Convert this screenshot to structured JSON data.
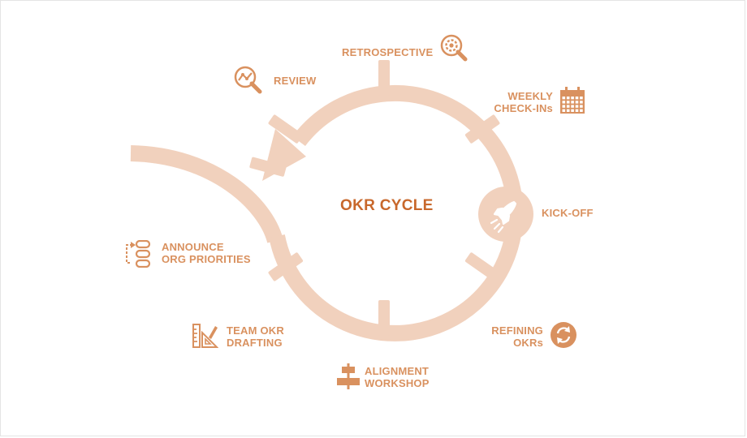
{
  "diagram": {
    "title": "OKR CYCLE",
    "colors": {
      "track": "#f1d1bd",
      "accent": "#d9915f",
      "title": "#c8682c"
    },
    "stages": {
      "retrospective": {
        "line1": "RETROSPECTIVE",
        "icon": "magnifier-gear-icon"
      },
      "weekly": {
        "line1": "WEEKLY",
        "line2": "CHECK-INs",
        "icon": "calendar-icon"
      },
      "kickoff": {
        "line1": "KICK-OFF",
        "icon": "rocket-icon"
      },
      "refining": {
        "line1": "REFINING",
        "line2": "OKRs",
        "icon": "refresh-icon"
      },
      "alignment": {
        "line1": "ALIGNMENT",
        "line2": "WORKSHOP",
        "icon": "alignment-icon"
      },
      "drafting": {
        "line1": "TEAM OKR",
        "line2": "DRAFTING",
        "icon": "ruler-pencil-icon"
      },
      "announce": {
        "line1": "ANNOUNCE",
        "line2": "ORG PRIORITIES",
        "icon": "flow-icon"
      },
      "review": {
        "line1": "REVIEW",
        "icon": "magnifier-chart-icon"
      }
    }
  }
}
